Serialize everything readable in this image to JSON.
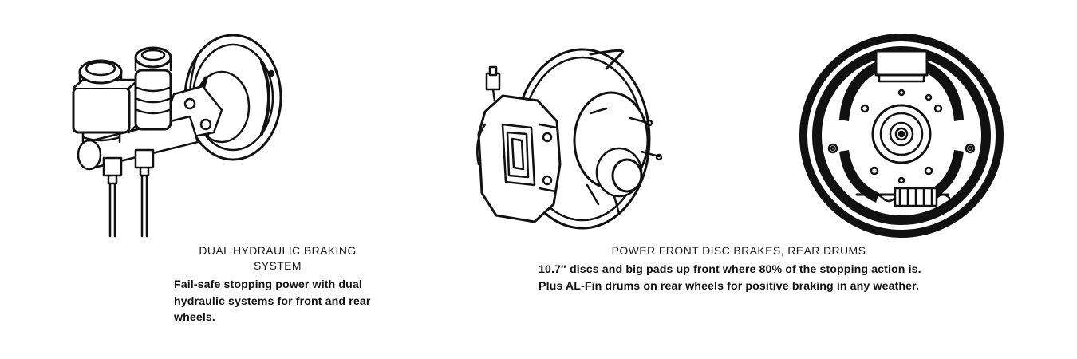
{
  "section1": {
    "title": "DUAL HYDRAULIC BRAKING SYSTEM",
    "description": "Fail-safe stopping power with dual hydraulic systems for front and rear wheels."
  },
  "section2": {
    "title": "POWER FRONT DISC BRAKES, REAR DRUMS",
    "description": "10.7″ discs and big pads up front where 80% of the stopping action is. Plus AL-Fin drums on rear wheels for positive braking in any weather."
  },
  "illustrations": {
    "master_cylinder": "master-cylinder-illustration",
    "disc_brake": "disc-brake-illustration",
    "drum_brake": "drum-brake-illustration"
  },
  "colors": {
    "ink": "#111111",
    "paper": "#ffffff"
  }
}
